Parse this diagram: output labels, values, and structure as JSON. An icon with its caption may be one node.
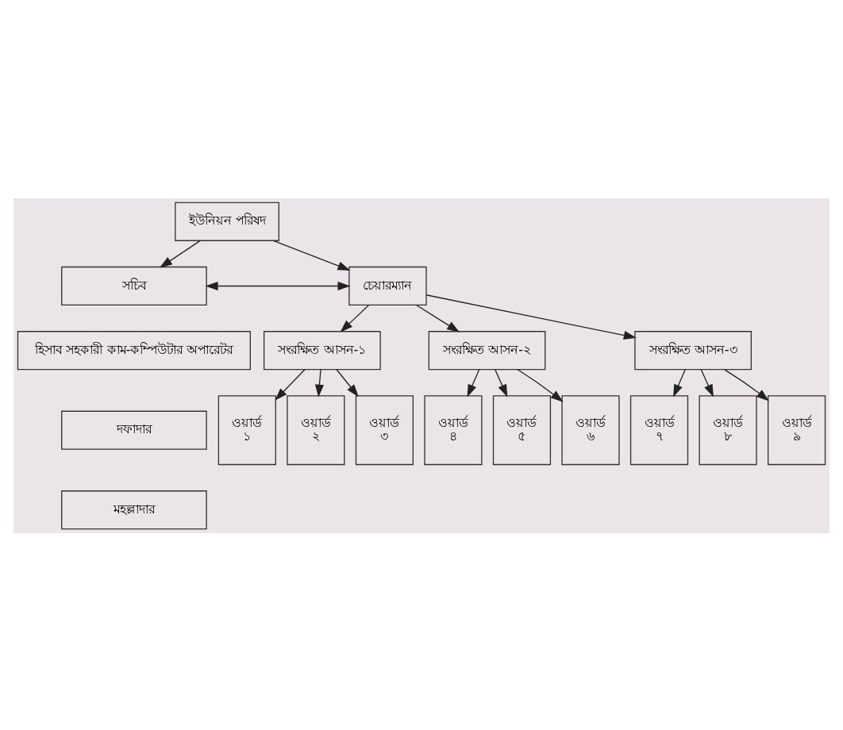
{
  "diagram": {
    "nodes": [
      {
        "text": [
          "ইউনিয়ন পরিষদ"
        ]
      },
      {
        "text": [
          "সচিব"
        ]
      },
      {
        "text": [
          "হিসাব সহকারী কাম-কম্পিউটার অপারেটর"
        ]
      },
      {
        "text": [
          "দফাদার"
        ]
      },
      {
        "text": [
          "মহল্লাদার"
        ]
      },
      {
        "text": [
          "চেয়ারম্যান"
        ]
      },
      {
        "text": [
          "সংরক্ষিত আসন-১"
        ]
      },
      {
        "text": [
          "সংরক্ষিত আসন-২"
        ]
      },
      {
        "text": [
          "সংরক্ষিত আসন-৩"
        ]
      },
      {
        "text": [
          "ওয়ার্ড",
          "১"
        ]
      },
      {
        "text": [
          "ওয়ার্ড",
          "২"
        ]
      },
      {
        "text": [
          "ওয়ার্ড",
          "৩"
        ]
      },
      {
        "text": [
          "ওয়ার্ড",
          "৪"
        ]
      },
      {
        "text": [
          "ওয়ার্ড",
          "৫"
        ]
      },
      {
        "text": [
          "ওয়ার্ড",
          "৬"
        ]
      },
      {
        "text": [
          "ওয়ার্ড",
          "৭"
        ]
      },
      {
        "text": [
          "ওয়ার্ড",
          "৮"
        ]
      },
      {
        "text": [
          "ওয়ার্ড",
          "৯"
        ]
      }
    ],
    "edges": [
      {
        "from": 0,
        "to": 1,
        "arrow": "to"
      },
      {
        "from": 0,
        "to": 5,
        "arrow": "to"
      },
      {
        "from": 1,
        "to": 5,
        "arrow": "both"
      },
      {
        "from": 5,
        "to": 6,
        "arrow": "to"
      },
      {
        "from": 5,
        "to": 7,
        "arrow": "to"
      },
      {
        "from": 5,
        "to": 8,
        "arrow": "to"
      },
      {
        "from": 6,
        "to": 9,
        "arrow": "to"
      },
      {
        "from": 6,
        "to": 10,
        "arrow": "to"
      },
      {
        "from": 6,
        "to": 11,
        "arrow": "to"
      },
      {
        "from": 7,
        "to": 12,
        "arrow": "to"
      },
      {
        "from": 7,
        "to": 13,
        "arrow": "to"
      },
      {
        "from": 7,
        "to": 14,
        "arrow": "to"
      },
      {
        "from": 8,
        "to": 15,
        "arrow": "to"
      },
      {
        "from": 8,
        "to": 16,
        "arrow": "to"
      },
      {
        "from": 8,
        "to": 17,
        "arrow": "to"
      }
    ]
  }
}
